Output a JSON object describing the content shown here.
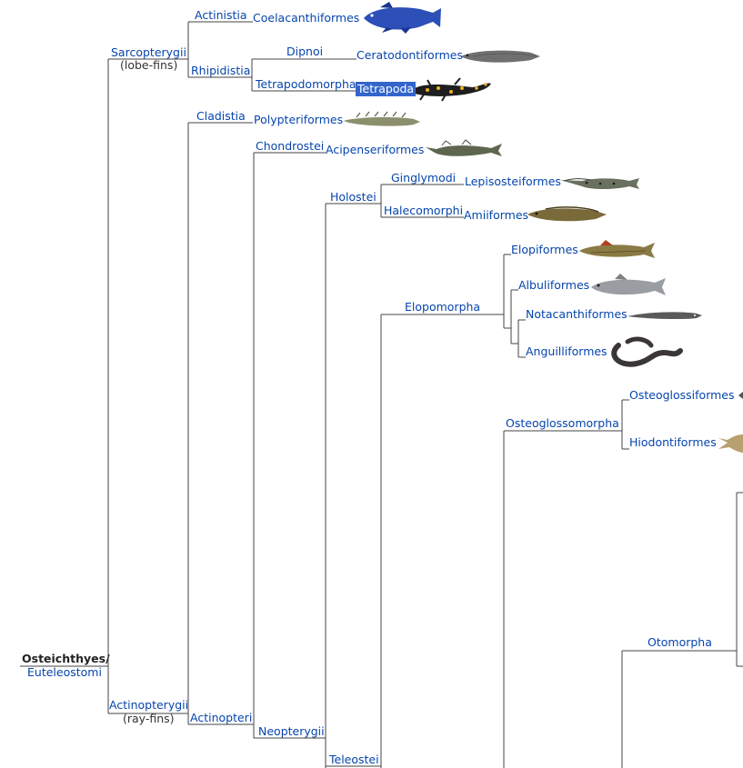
{
  "colors": {
    "link": "#0645ad",
    "highlight_bg": "#3366cc",
    "line": "#444444",
    "text": "#202122"
  },
  "root": {
    "name": "Osteichthyes",
    "separator": "/",
    "alt": "Euteleostomi"
  },
  "sarcopterygii": {
    "name": "Sarcopterygii",
    "common": "(lobe-fins)"
  },
  "actinopterygii": {
    "name": "Actinopterygii",
    "common": "(ray-fins)"
  },
  "clades": {
    "actinistia": "Actinistia",
    "rhipidistia": "Rhipidistia",
    "dipnoi": "Dipnoi",
    "tetrapodomorpha": "Tetrapodomorpha",
    "cladistia": "Cladistia",
    "actinopteri": "Actinopteri",
    "chondrostei": "Chondrostei",
    "neopterygii": "Neopterygii",
    "holostei": "Holostei",
    "ginglymodi": "Ginglymodi",
    "halecomorphi": "Halecomorphi",
    "teleostei": "Teleostei",
    "elopomorpha": "Elopomorpha",
    "osteoglossomorpha": "Osteoglossomorpha",
    "otomorpha": "Otomorpha"
  },
  "orders": {
    "coelacanthiformes": "Coelacanthiformes",
    "ceratodontiformes": "Ceratodontiformes",
    "tetrapoda": "Tetrapoda",
    "polypteriformes": "Polypteriformes",
    "acipenseriformes": "Acipenseriformes",
    "lepisosteiformes": "Lepisosteiformes",
    "amiiformes": "Amiiformes",
    "elopiformes": "Elopiformes",
    "albuliformes": "Albuliformes",
    "notacanthiformes": "Notacanthiformes",
    "anguilliformes": "Anguilliformes",
    "osteoglossiformes": "Osteoglossiformes",
    "hiodontiformes": "Hiodontiformes"
  },
  "icons": {
    "coelacanth": "coelacanth-icon",
    "lungfish": "lungfish-icon",
    "salamander": "salamander-icon",
    "bichir": "bichir-icon",
    "sturgeon": "sturgeon-icon",
    "gar": "gar-icon",
    "bowfin": "bowfin-icon",
    "ladyfish": "ladyfish-icon",
    "bonefish": "bonefish-icon",
    "spiny-eel": "spiny-eel-icon",
    "eel": "eel-icon",
    "arowana": "arowana-icon",
    "mooneye": "mooneye-icon"
  }
}
